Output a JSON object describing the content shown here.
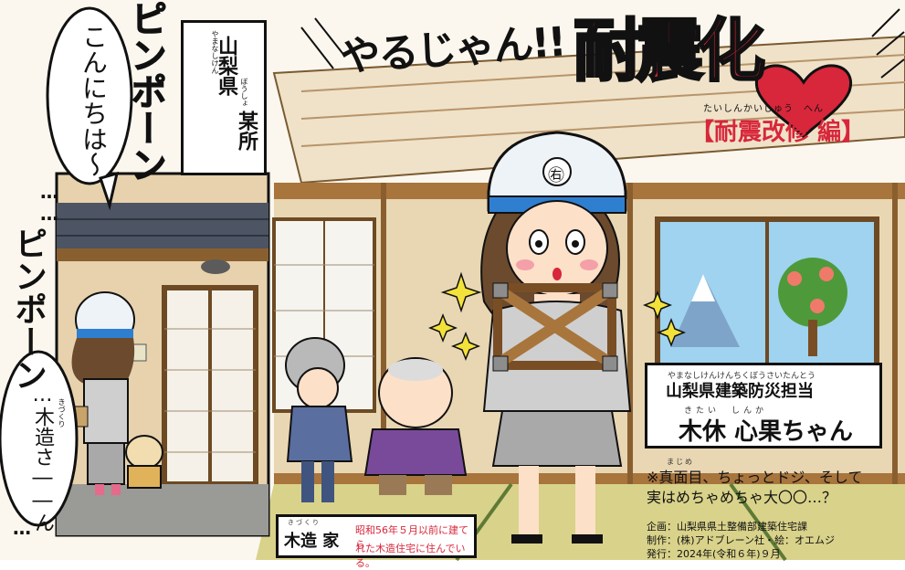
{
  "title": {
    "prefix": "やるじゃん!!",
    "main": "耐震化",
    "furigana": "たいしんかいしゅう　へん",
    "subtitle": "【耐震改修 編】"
  },
  "place_caption": {
    "furigana_left": "やまなしけん",
    "text_left": "山梨県",
    "furigana_right": "ぼうしょ",
    "text_right": "某所"
  },
  "sfx": {
    "pinpon_1": "ピンポーン",
    "pinpon_2": "ピンポーン"
  },
  "speech": {
    "greeting": "こんにちは〜",
    "ellipsis": "……",
    "call_furigana": "きづくり",
    "call": "…木造さ――ん",
    "trail": "…"
  },
  "character_box": {
    "furigana": "やまなしけんけんちくぼうさいたんとう",
    "role": "山梨県建築防災担当",
    "name_furigana": "きたい　しんか",
    "name": "木休 心果ちゃん"
  },
  "note": {
    "furigana": "まじめ",
    "line1": "※真面目、ちょっとドジ、そして",
    "line2": "実はめちゃめちゃ大〇〇…？"
  },
  "house_box": {
    "furigana": "きづくり",
    "label": "木造 家",
    "desc_line1": "昭和56年５月以前に建てら",
    "desc_line2": "れた木造住宅に住んでいる。"
  },
  "credits": {
    "plan": "企画：山梨県県土整備部建築住宅課",
    "production": "制作：(株)アドブレーン社・絵：オエムジ",
    "issue": "発行：2024年(令和６年)９月"
  },
  "helmet_mark": "㊨",
  "colors": {
    "title_red": "#d8263a",
    "accent_red": "#d8263a",
    "ink": "#111111",
    "wood": "#c89a5e",
    "suit": "#a9a9a9",
    "helmet": "#eef3f8",
    "helmet_blue": "#2f7fd0",
    "sky": "#9fd3ef",
    "tree_green": "#4e9a3b"
  }
}
